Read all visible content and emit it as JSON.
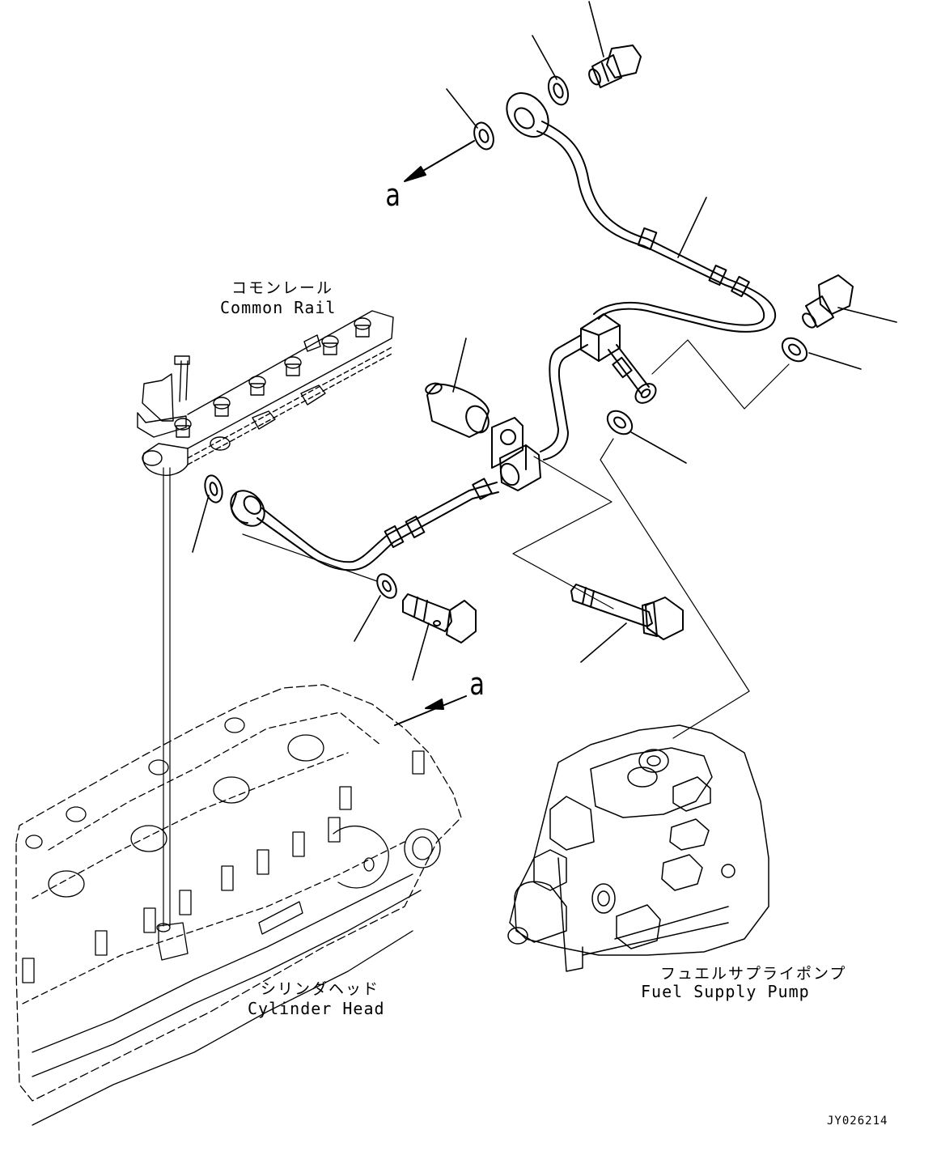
{
  "labels": {
    "common_rail_jp": "コモンレール",
    "common_rail_en": "Common Rail",
    "cylinder_head_jp": "シリンダヘッド",
    "cylinder_head_en": "Cylinder Head",
    "fuel_pump_jp": "フュエルサプライポンプ",
    "fuel_pump_en": "Fuel Supply Pump",
    "view_marker_1": "a",
    "view_marker_2": "a",
    "drawing_code": "JY026214"
  },
  "colors": {
    "line": "#000000",
    "background": "#ffffff"
  }
}
